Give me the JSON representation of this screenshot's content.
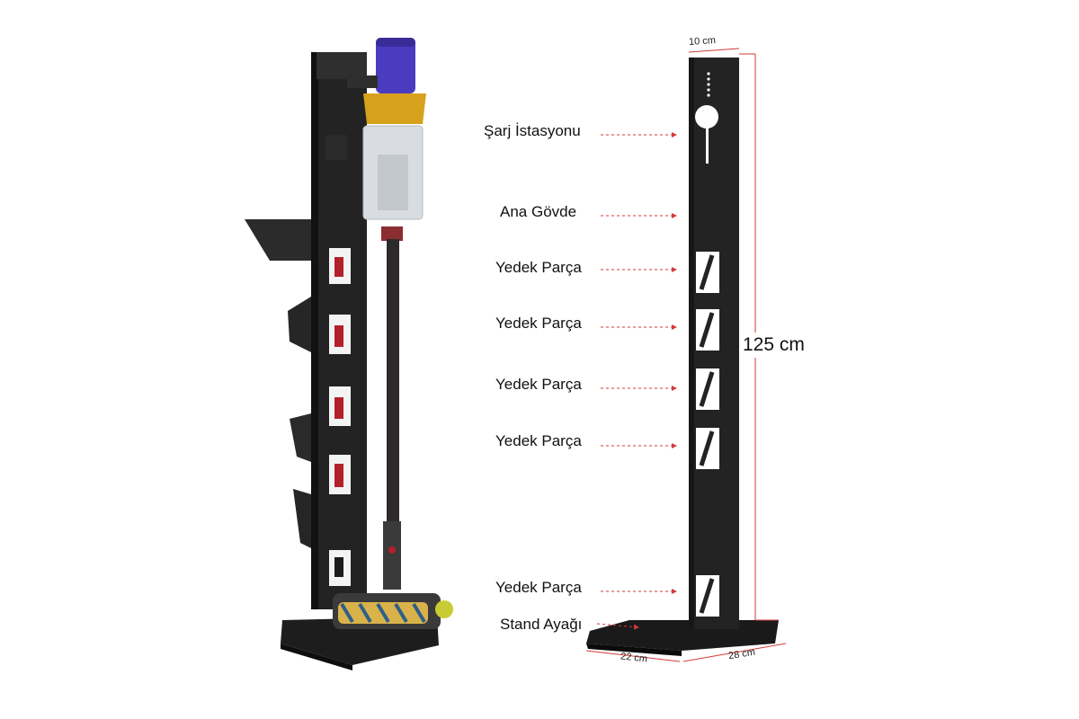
{
  "labels": {
    "charging_station": "Şarj İstasyonu",
    "main_body": "Ana Gövde",
    "spare_part_1": "Yedek Parça",
    "spare_part_2": "Yedek Parça",
    "spare_part_3": "Yedek Parça",
    "spare_part_4": "Yedek Parça",
    "spare_part_5": "Yedek Parça",
    "stand_foot": "Stand Ayağı"
  },
  "dimensions": {
    "top_width": "10 cm",
    "height": "125 cm",
    "base_depth": "22 cm",
    "base_width": "28 cm"
  },
  "colors": {
    "stand": "#1e1e1e",
    "leader_line": "#d23a3a",
    "vacuum_purple": "#4b3bbf",
    "vacuum_gold": "#d7a11d",
    "tool_red": "#b3202a"
  }
}
